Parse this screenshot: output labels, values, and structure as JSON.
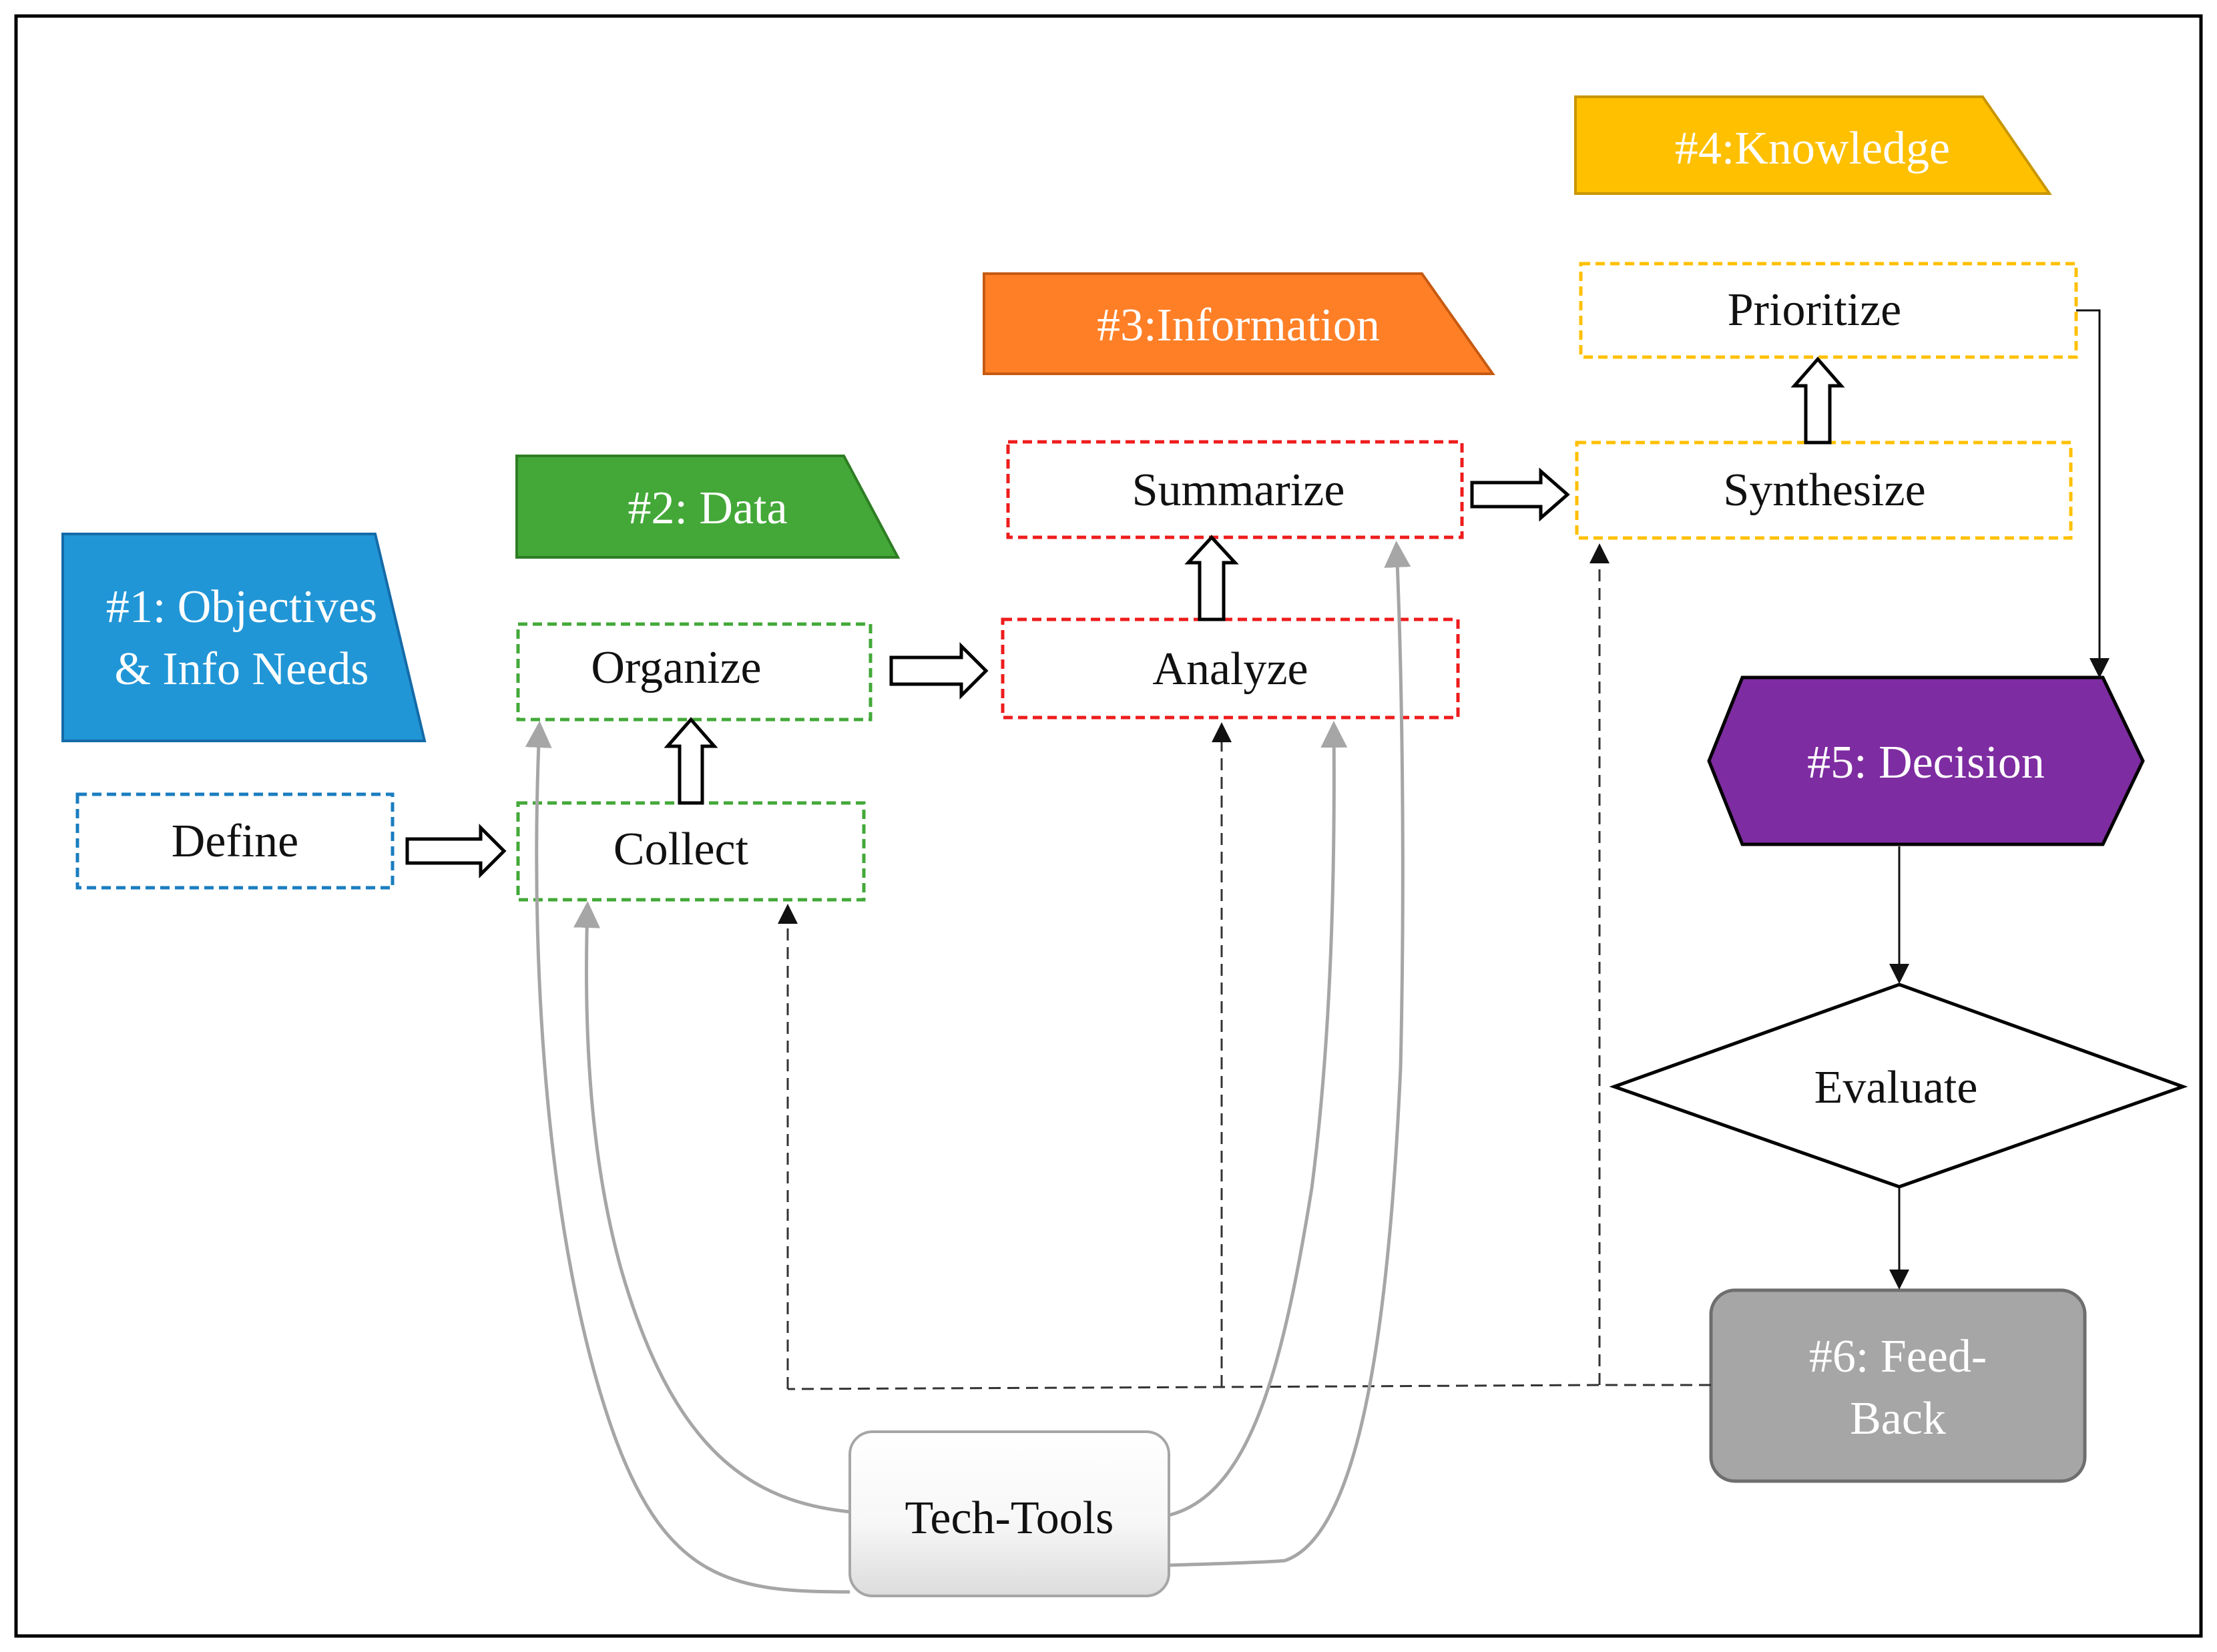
{
  "stages": {
    "objectives": {
      "line1": "#1: Objectives",
      "line2": "& Info Needs",
      "color": "#2196D6"
    },
    "data": {
      "label": "#2: Data",
      "color": "#43A838"
    },
    "information": {
      "label": "#3:Information",
      "color": "#FF7F27"
    },
    "knowledge": {
      "label": "#4:Knowledge",
      "color": "#FFC000"
    },
    "decision": {
      "label": "#5: Decision",
      "color": "#7E2CA1"
    },
    "feedback": {
      "line1": "#6: Feed-",
      "line2": "Back",
      "color": "#A6A6A6"
    }
  },
  "steps": {
    "define": {
      "label": "Define",
      "border_color": "#1A7DBF"
    },
    "collect": {
      "label": "Collect",
      "border_color": "#43A838"
    },
    "organize": {
      "label": "Organize",
      "border_color": "#43A838"
    },
    "analyze": {
      "label": "Analyze",
      "border_color": "#EE1C1C"
    },
    "summarize": {
      "label": "Summarize",
      "border_color": "#EE1C1C"
    },
    "synthesize": {
      "label": "Synthesize",
      "border_color": "#FFC000"
    },
    "prioritize": {
      "label": "Prioritize",
      "border_color": "#FFC000"
    },
    "evaluate": {
      "label": "Evaluate"
    }
  },
  "tools": {
    "label": "Tech-Tools"
  },
  "colors": {
    "tool_links": "#A6A6A6",
    "feedback_links": "#333333"
  }
}
